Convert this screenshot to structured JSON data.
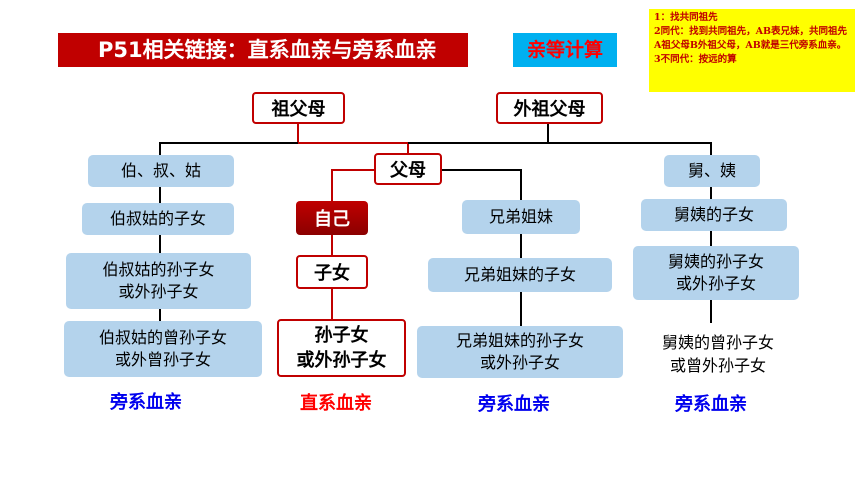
{
  "title": "P51相关链接：直系血亲与旁系血亲",
  "kin_calc_label": "亲等计算",
  "note": {
    "line1": "1：找共同祖先",
    "line2": "2同代：找到共同祖先，AB表兄妹，共同祖先A祖父母B外祖父母，AB就是三代旁系血亲。",
    "line3": "3不同代：按远的算"
  },
  "nodes": {
    "grandparents": "祖父母",
    "maternal_grandparents": "外祖父母",
    "parents": "父母",
    "self": "自己",
    "children": "子女",
    "grandchildren": [
      "孙子女",
      "或外孙子女"
    ],
    "uncles_aunts": "伯、叔、姑",
    "uncles_aunts_children": "伯叔姑的子女",
    "uncles_aunts_grandchildren": [
      "伯叔姑的孙子女",
      "或外孙子女"
    ],
    "uncles_aunts_great_grandchildren": [
      "伯叔姑的曾孙子女",
      "或外曾孙子女"
    ],
    "siblings": "兄弟姐妹",
    "siblings_children": "兄弟姐妹的子女",
    "siblings_grandchildren": [
      "兄弟姐妹的孙子女",
      "或外孙子女"
    ],
    "maternal_uncles_aunts": "舅、姨",
    "maternal_uncles_aunts_children": "舅姨的子女",
    "maternal_uncles_aunts_grandchildren": [
      "舅姨的孙子女",
      "或外孙子女"
    ],
    "maternal_uncles_aunts_great_grandchildren": [
      "舅姨的曾孙子女",
      "或曾外孙子女"
    ]
  },
  "captions": {
    "collateral": "旁系血亲",
    "lineal": "直系血亲"
  },
  "colors": {
    "title_bg": "#c00000",
    "badge_bg": "#00b0f0",
    "badge_text": "#ff0000",
    "note_bg": "#ffff00",
    "note_text": "#c00000",
    "node_border": "#c00000",
    "collateral_box": "#b4d3ec",
    "collateral_caption": "#0000ee",
    "lineal_caption": "#ff0000",
    "red_line": "#c00000",
    "black_line": "#000000"
  }
}
